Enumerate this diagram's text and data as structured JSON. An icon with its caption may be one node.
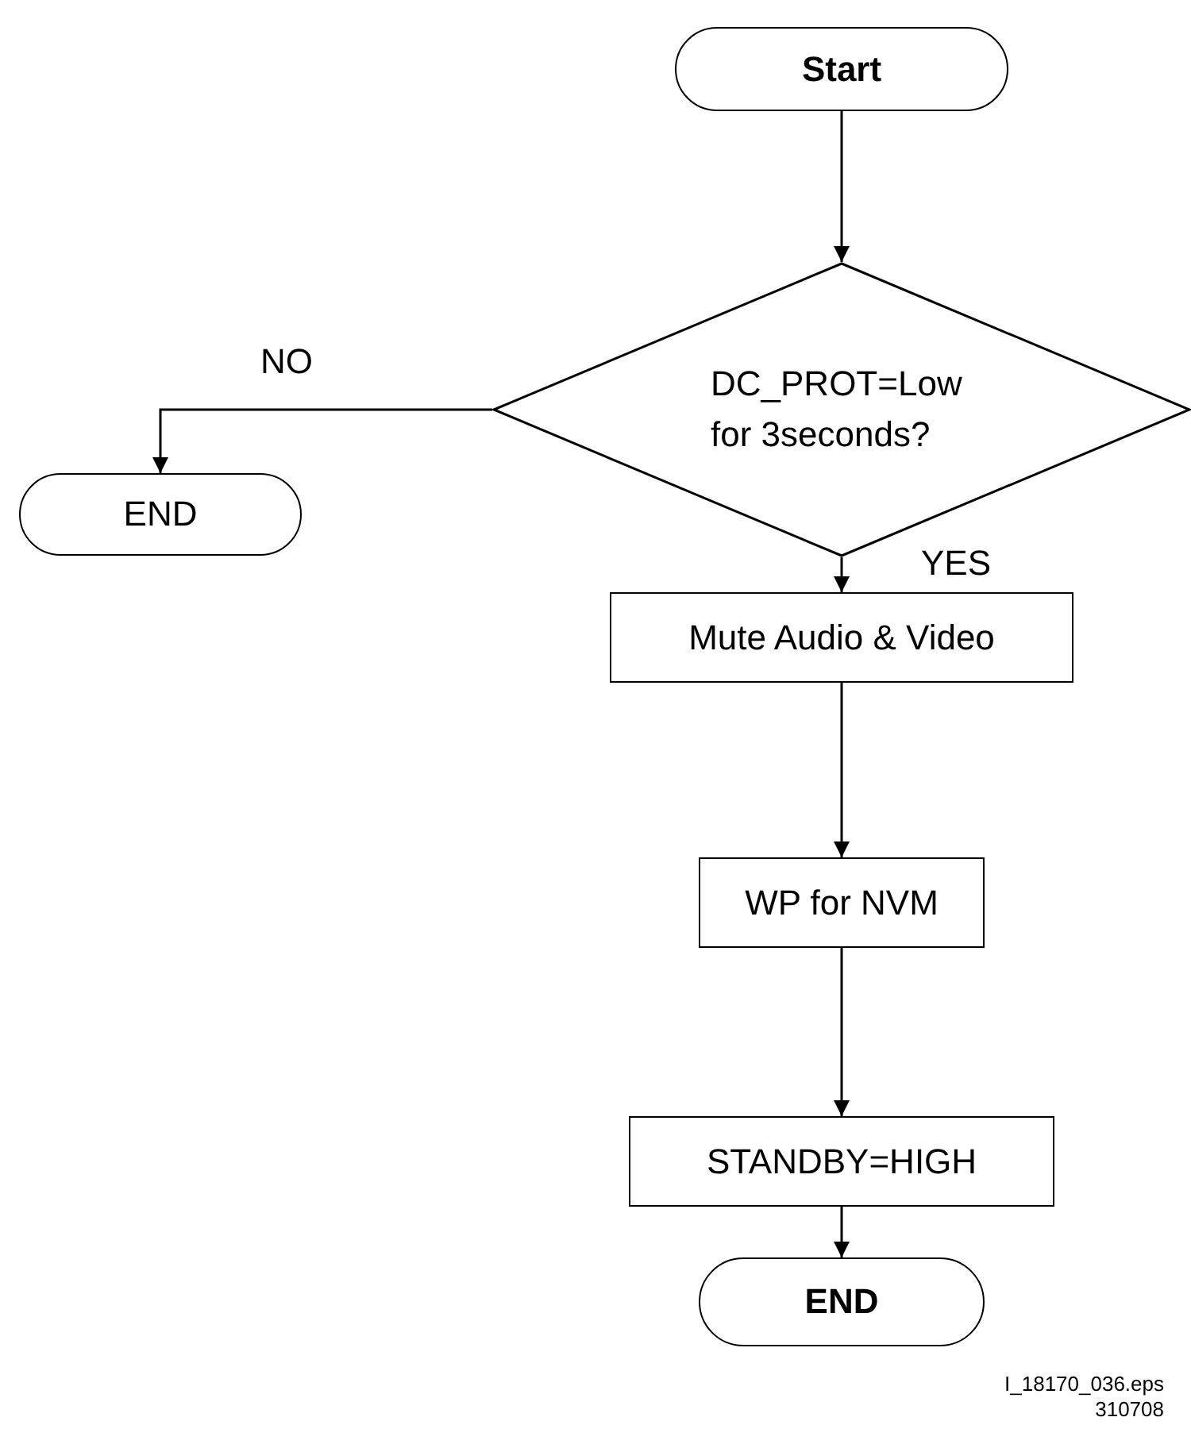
{
  "diagram": {
    "nodes": [
      {
        "text": [
          "Start"
        ]
      },
      {
        "text": [
          "DC_PROT=Low for 3seconds?"
        ]
      },
      {
        "text": [
          "END"
        ]
      },
      {
        "text": [
          "Mute Audio & Video"
        ]
      },
      {
        "text": [
          "WP for NVM"
        ]
      },
      {
        "text": [
          "STANDBY=HIGH"
        ]
      },
      {
        "text": [
          "END"
        ]
      }
    ],
    "edges": [
      {
        "from": 0,
        "to": 1,
        "arrow": "to"
      },
      {
        "from": 1,
        "to": 2,
        "arrow": "to",
        "label": "NO"
      },
      {
        "from": 1,
        "to": 3,
        "arrow": "to",
        "label": "YES"
      },
      {
        "from": 3,
        "to": 4,
        "arrow": "to"
      },
      {
        "from": 4,
        "to": 5,
        "arrow": "to"
      },
      {
        "from": 5,
        "to": 6,
        "arrow": "to"
      }
    ],
    "labels": [
      "I_18170_036.eps",
      "310708"
    ]
  }
}
